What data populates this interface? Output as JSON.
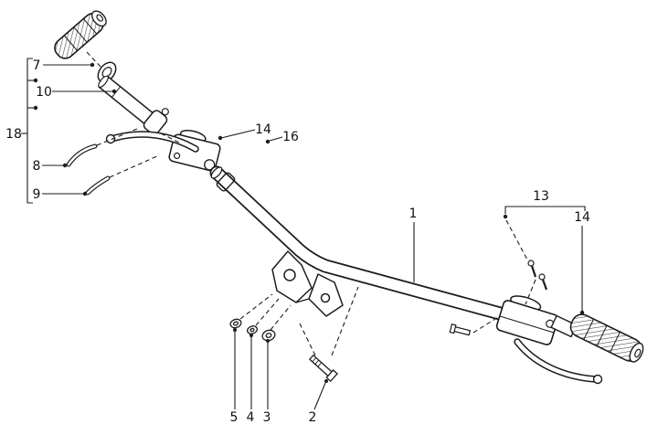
{
  "figure": {
    "background": "#ffffff",
    "ink": "#1c1c1c",
    "description_type": "exploded-parts-diagram"
  },
  "callouts": {
    "c1": "1",
    "c2": "2",
    "c3": "3",
    "c4": "4",
    "c5": "5",
    "c7": "7",
    "c8": "8",
    "c9": "9",
    "c10": "10",
    "c13": "13",
    "c14_upper": "14",
    "c14_right": "14",
    "c16": "16",
    "c18": "18"
  }
}
